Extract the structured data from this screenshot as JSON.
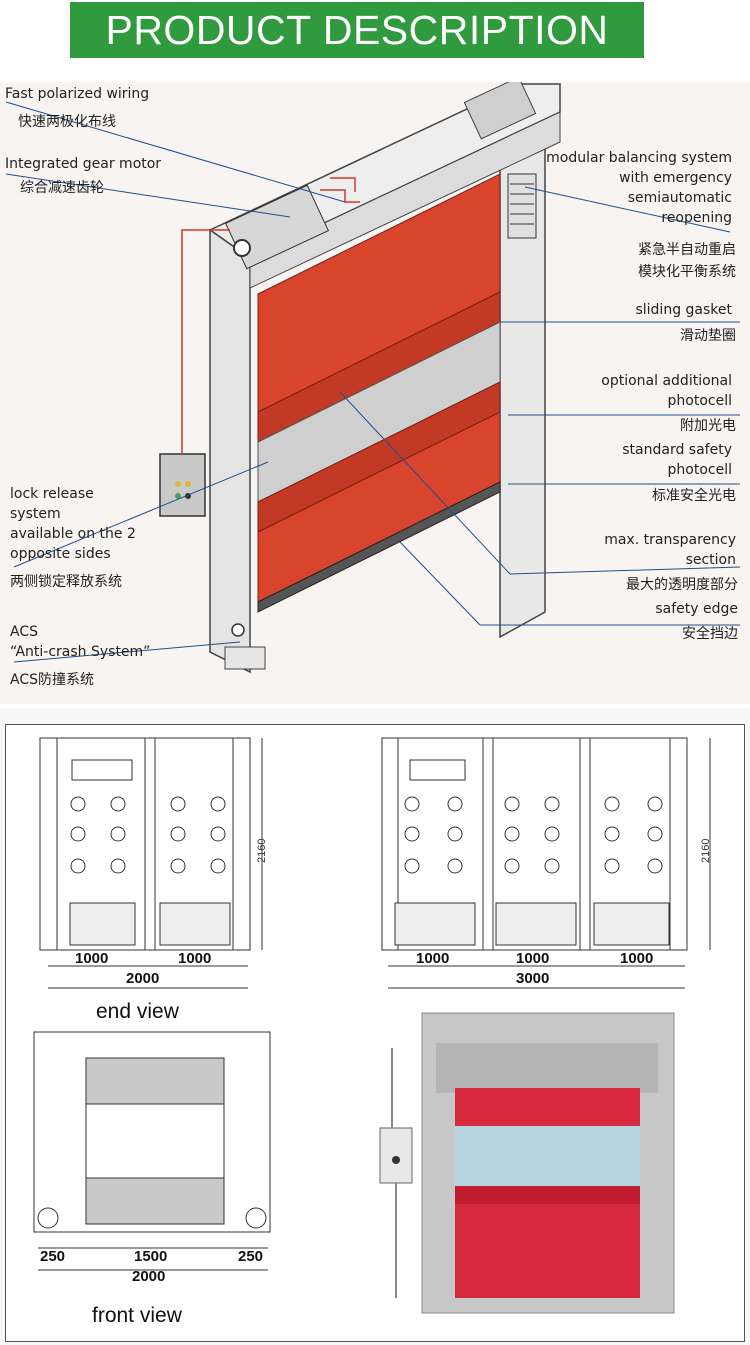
{
  "banner": {
    "title": "PRODUCT DESCRIPTION",
    "color": "#2f9a3e"
  },
  "door_diagram": {
    "labels": [
      {
        "id": "wiring",
        "en": "Fast polarized wiring",
        "cn": "快速两极化布线"
      },
      {
        "id": "motor",
        "en": "Integrated gear motor",
        "cn": "综合减速齿轮"
      },
      {
        "id": "balancing",
        "en_lines": [
          "modular balancing system",
          "with emergency",
          "semiautomatic",
          "reopening"
        ],
        "cn_lines": [
          "紧急半自动重启",
          "模块化平衡系统"
        ]
      },
      {
        "id": "gasket",
        "en": "sliding gasket",
        "cn": "滑动垫圈"
      },
      {
        "id": "photocell-opt",
        "en_lines": [
          "optional additional",
          "photocell"
        ],
        "cn": "附加光电"
      },
      {
        "id": "photocell-std",
        "en_lines": [
          "standard safety",
          "photocell"
        ],
        "cn": "标准安全光电"
      },
      {
        "id": "lock",
        "en_lines": [
          "lock release",
          "system",
          "available on the 2",
          "opposite sides"
        ],
        "cn": "两侧锁定释放系统"
      },
      {
        "id": "transparency",
        "en_lines": [
          "max. transparency",
          "section"
        ],
        "cn": "最大的透明度部分"
      },
      {
        "id": "safety-edge",
        "en": "safety edge",
        "cn": "安全挡边"
      },
      {
        "id": "acs",
        "en_lines": [
          "ACS",
          "“Anti-crash System”"
        ],
        "cn": "ACS防撞系统"
      }
    ],
    "door_color": "#d9442d"
  },
  "drawings": {
    "two_panel": {
      "widths": [
        "1000",
        "1000"
      ],
      "total": "2000",
      "height": "2160"
    },
    "three_panel": {
      "widths": [
        "1000",
        "1000",
        "1000"
      ],
      "total": "3000",
      "height": "2160"
    },
    "end_view_title": "end view",
    "front_view": {
      "widths": [
        "250",
        "1500",
        "250"
      ],
      "total": "2000",
      "title": "front view"
    }
  }
}
